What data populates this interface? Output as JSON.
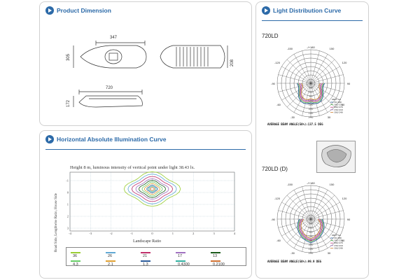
{
  "panels": {
    "product_dimension": {
      "title": "Product Dimension"
    },
    "light_distribution": {
      "title": "Light Distribution Curve"
    },
    "illumination": {
      "title": "Horizontal Absolute Illumination Curve"
    }
  },
  "dimensions": {
    "width_top": "347",
    "height_left": "305",
    "height_right": "208",
    "length": "720",
    "side_height": "172"
  },
  "models": [
    "720LD",
    "720LD (D)"
  ],
  "polar": {
    "top_angle": "-/+180",
    "angles_left": [
      "-150",
      "-120",
      "-90",
      "-60",
      "-30",
      "0"
    ],
    "angles_right": [
      "150",
      "120",
      "90",
      "60",
      "30"
    ],
    "radial": [
      "300",
      "600",
      "900",
      "1200",
      "1500",
      "1800",
      "2100",
      "2400"
    ],
    "legend_unit": "UNIT:cd",
    "legend_items": [
      "C0/180",
      "C45/225",
      "C90/270",
      "C30/210",
      "C60/240"
    ],
    "beam_1": "AVERAGE BEAM ANGLE(50%):137.5 DEG",
    "beam_2": "AVERAGE BEAM ANGLE(50%):99.9 DEG"
  },
  "illum": {
    "title": "Height 8 m, luminous intensity of vertical point under light 38.43 lx.",
    "ylabel": "Road Side, Lengthwise Ratio, House Side",
    "xlabel": "Landscape Ratio",
    "xticks": [
      "-4",
      "-3",
      "-2",
      "-1",
      "0",
      "1",
      "2",
      "3",
      "4"
    ],
    "yticks": [
      "-1",
      "0",
      "1",
      "2",
      "3"
    ],
    "legend": [
      {
        "value": "36",
        "color": "#9acd32"
      },
      {
        "value": "26",
        "color": "#5fa8d3"
      },
      {
        "value": "21",
        "color": "#c0306a"
      },
      {
        "value": "17",
        "color": "#a070c0"
      },
      {
        "value": "13",
        "color": "#1a5a1a"
      },
      {
        "value": "4.3",
        "color": "#66cc66"
      },
      {
        "value": "2.1",
        "color": "#e0a030"
      },
      {
        "value": "1.3",
        "color": "#2a5a9a"
      },
      {
        "value": "0.4300",
        "color": "#30b0a0"
      },
      {
        "value": "0.2100",
        "color": "#d07030"
      }
    ]
  }
}
